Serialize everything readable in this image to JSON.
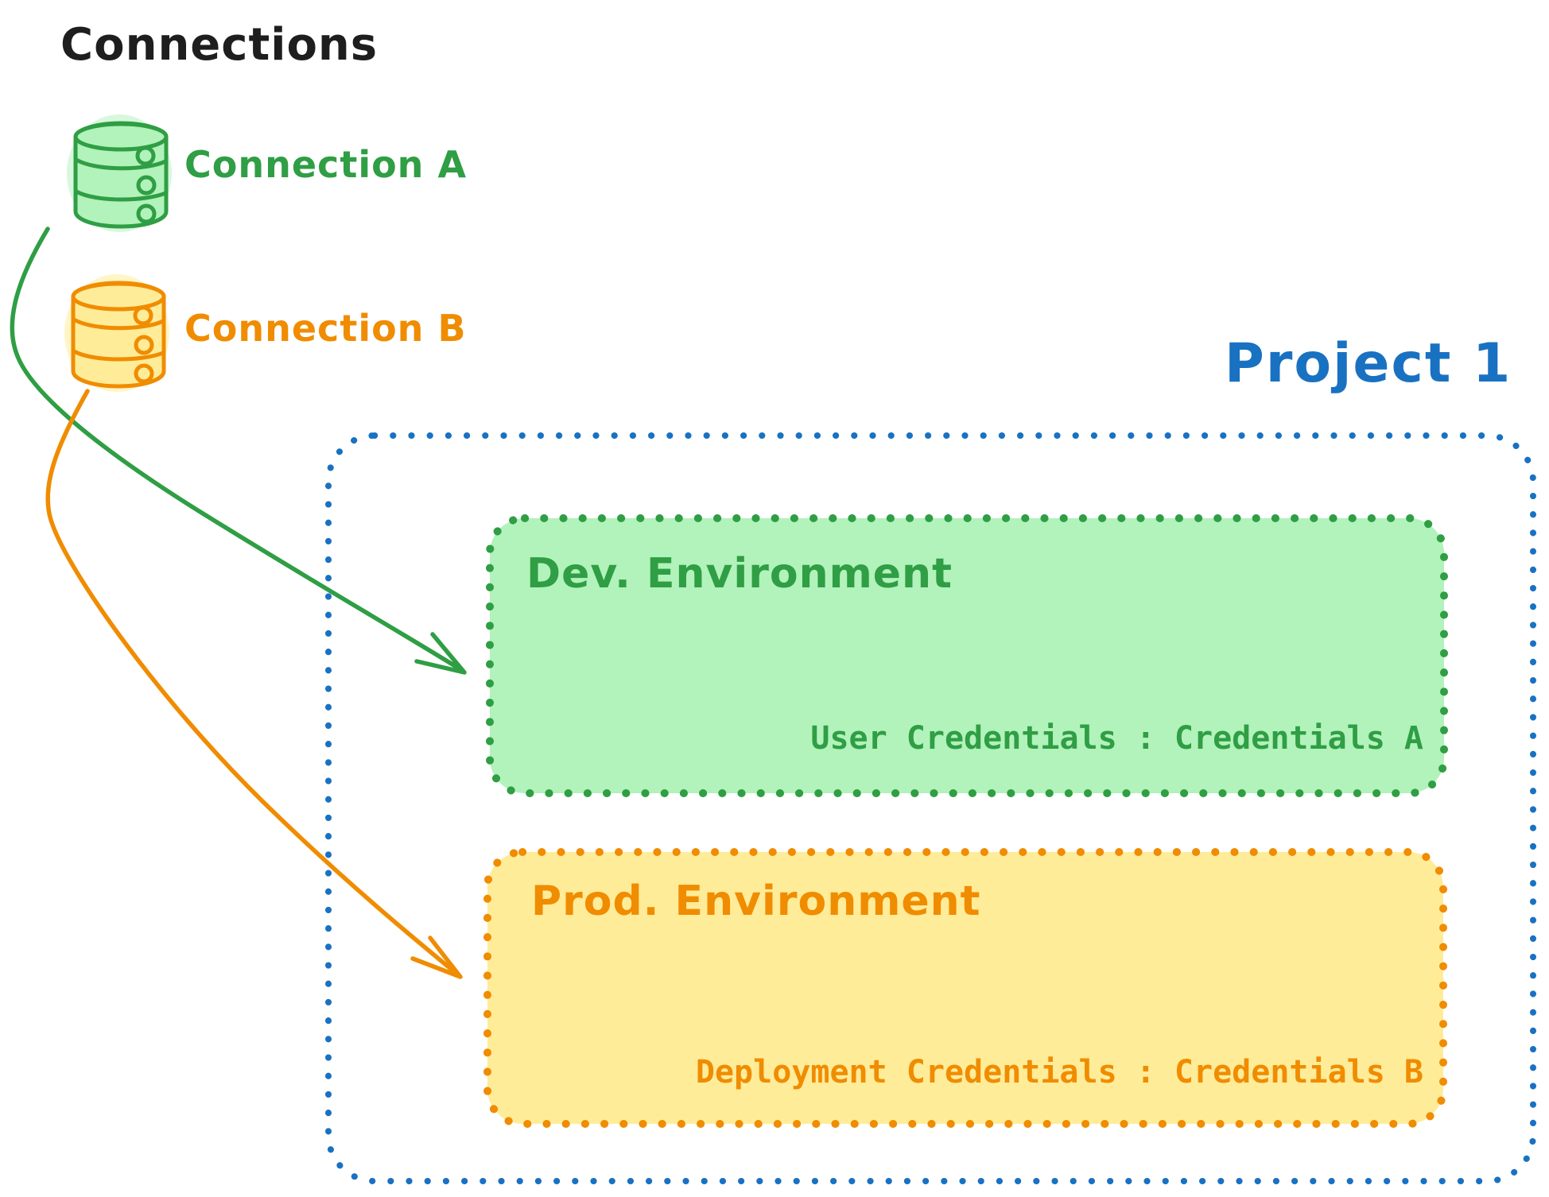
{
  "canvas": {
    "background": "#ffffff"
  },
  "title": "Connections",
  "connections": [
    {
      "label": "Connection A",
      "stroke": "#2f9e44",
      "fill": "#b2f2bb",
      "icon": "database-icon"
    },
    {
      "label": "Connection B",
      "stroke": "#f08c00",
      "fill": "#ffec99",
      "icon": "database-icon"
    }
  ],
  "project": {
    "label": "Project 1",
    "border_color": "#1971c2",
    "environments": [
      {
        "name": "Dev. Environment",
        "credentials_text": "User Credentials : Credentials A",
        "stroke": "#2f9e44",
        "fill": "#b2f2bb"
      },
      {
        "name": "Prod. Environment",
        "credentials_text": "Deployment Credentials : Credentials B",
        "stroke": "#f08c00",
        "fill": "#ffec99"
      }
    ]
  }
}
